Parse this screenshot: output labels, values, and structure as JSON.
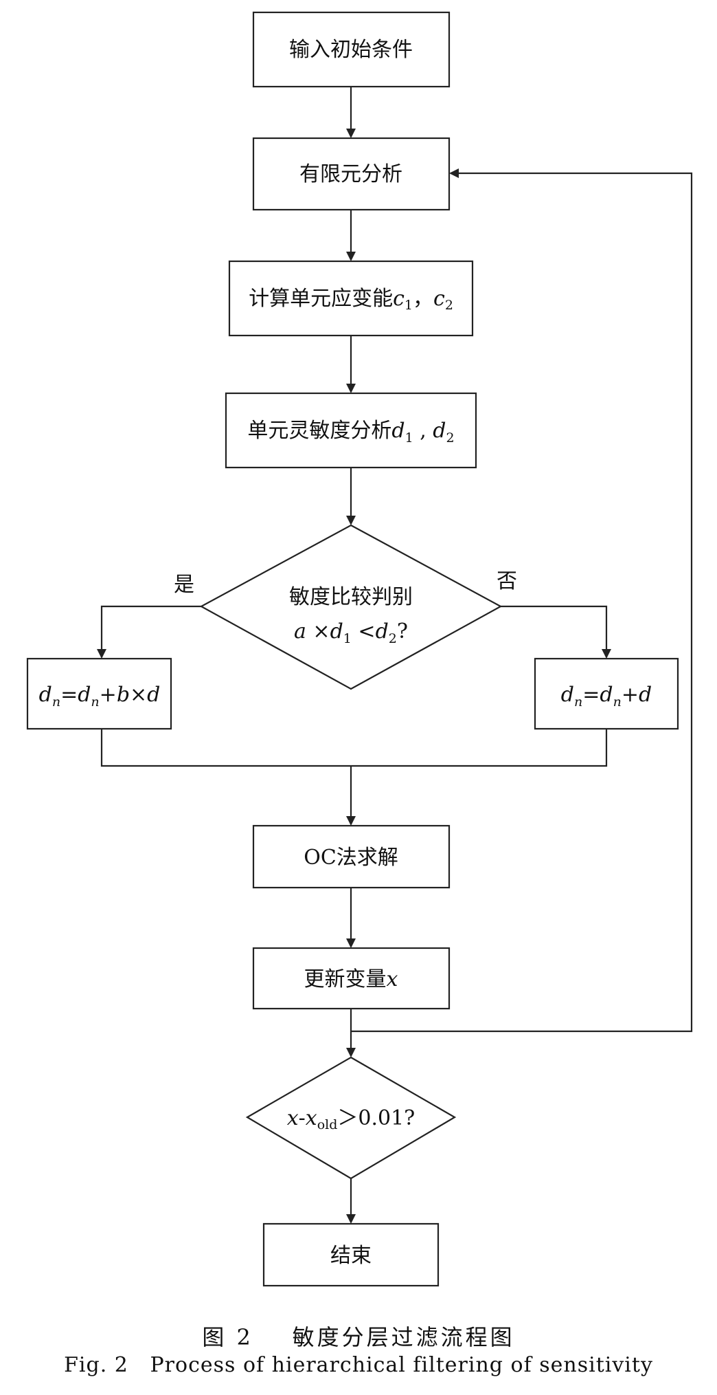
{
  "flowchart": {
    "start_box": "输入初始条件",
    "fea_box": "有限元分析",
    "strain_energy_box": {
      "text": "计算单元应变能",
      "v1": "c",
      "s1": "1",
      "sep": "，",
      "v2": "c",
      "s2": "2"
    },
    "sensitivity_box": {
      "text": "单元灵敏度分析",
      "v1": "d",
      "s1": "1",
      "sep": " , ",
      "v2": "d",
      "s2": "2"
    },
    "decision_compare": {
      "line1": "敏度比较判别",
      "a": "a",
      "times": " ×",
      "d1": "d",
      "s1": "1",
      "lt": " <",
      "d2": "d",
      "s2": "2",
      "q": "?"
    },
    "yes_label": "是",
    "no_label": "否",
    "yes_box": {
      "dn": "d",
      "sn": "n",
      "eq": "=",
      "dn2": "d",
      "sn2": "n",
      "plus": "+",
      "b": "b",
      "times": "×",
      "d": "d"
    },
    "no_box": {
      "dn": "d",
      "sn": "n",
      "eq": "=",
      "dn2": "d",
      "sn2": "n",
      "plus": "+",
      "d": "d"
    },
    "oc_box": "OC法求解",
    "update_box": {
      "text": "更新变量",
      "x": "x"
    },
    "decision_converge": {
      "x": "x",
      "dash": "-",
      "x2": "x",
      "sub": "old",
      "rest": "＞0.01?"
    },
    "end_box": "结束"
  },
  "caption": {
    "cn_label": "图 2",
    "cn_title": "敏度分层过滤流程图",
    "en_label": "Fig. 2",
    "en_title": "Process of hierarchical filtering of sensitivity"
  }
}
